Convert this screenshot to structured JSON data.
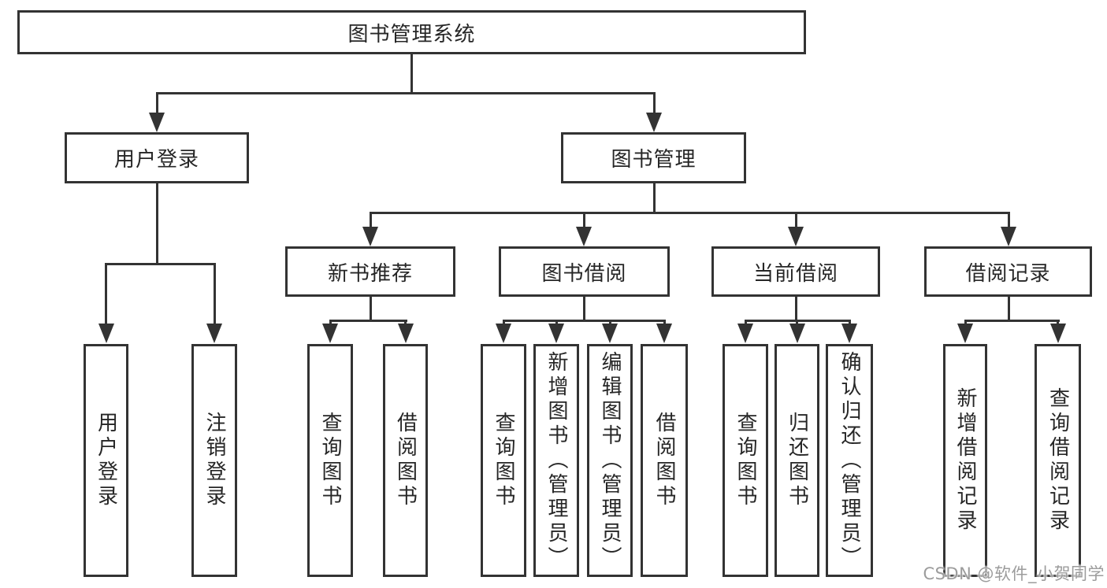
{
  "diagram_title": "图书管理系统",
  "watermark": "CSDN @软件_小贺同学",
  "colors": {
    "line": "#333333",
    "text": "#262626",
    "background": "#ffffff",
    "watermark": "#9c9c9c"
  },
  "tree": {
    "root": {
      "label": "图书管理系统",
      "children": [
        {
          "label": "用户登录",
          "children": [
            {
              "label": "用户登录"
            },
            {
              "label": "注销登录"
            }
          ]
        },
        {
          "label": "图书管理",
          "children": [
            {
              "label": "新书推荐",
              "children": [
                {
                  "label": "查询图书"
                },
                {
                  "label": "借阅图书"
                }
              ]
            },
            {
              "label": "图书借阅",
              "children": [
                {
                  "label": "查询图书"
                },
                {
                  "label": "新增图书（管理员）"
                },
                {
                  "label": "编辑图书（管理员）"
                },
                {
                  "label": "借阅图书"
                }
              ]
            },
            {
              "label": "当前借阅",
              "children": [
                {
                  "label": "查询图书"
                },
                {
                  "label": "归还图书"
                },
                {
                  "label": "确认归还（管理员）"
                }
              ]
            },
            {
              "label": "借阅记录",
              "children": [
                {
                  "label": "新增借阅记录"
                },
                {
                  "label": "查询借阅记录"
                }
              ]
            }
          ]
        }
      ]
    }
  }
}
